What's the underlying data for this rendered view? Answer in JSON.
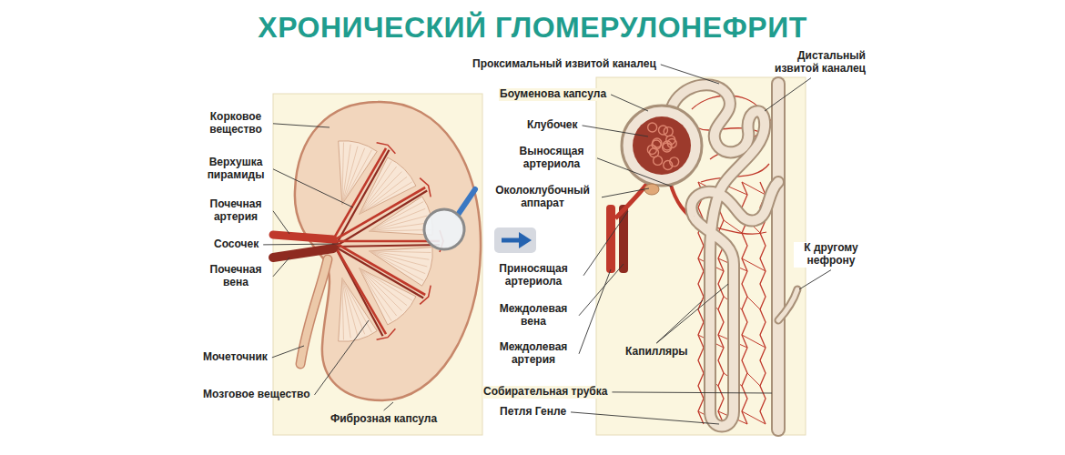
{
  "diagram": {
    "title": "ХРОНИЧЕСКИЙ ГЛОМЕРУЛОНЕФРИТ",
    "labels": [
      "Корковое вещество",
      "Верхушка пирамиды",
      "Почечная артерия",
      "Сосочек",
      "Почечная вена",
      "Мочеточник",
      "Мозговое вещество",
      "Фиброзная капсула",
      "Проксимальный извитой каналец",
      "Дистальный извитой каналец",
      "Боуменова капсула",
      "Клубочек",
      "Выносящая артериола",
      "Околоклубочный аппарат",
      "Приносящая артериола",
      "Междолевая вена",
      "Междолевая артерия",
      "Капилляры",
      "К другому нефрону",
      "Собирательная трубка",
      "Петля Генле"
    ]
  }
}
